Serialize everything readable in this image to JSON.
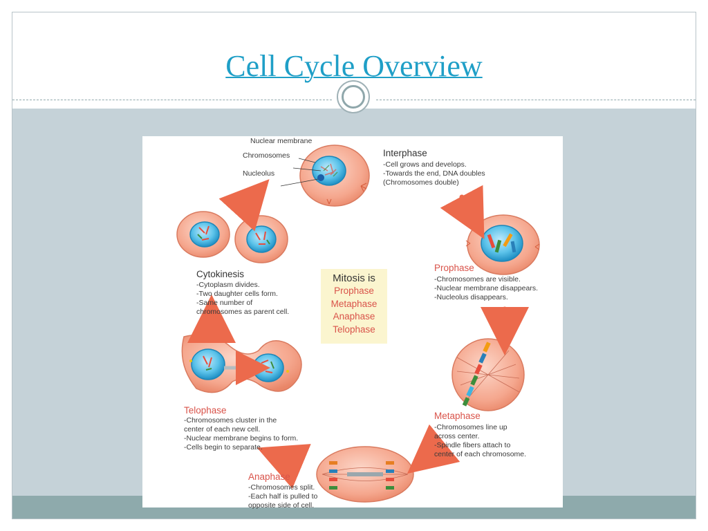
{
  "slide": {
    "title": "Cell Cycle Overview"
  },
  "diagram": {
    "callouts": {
      "nuclear_membrane": "Nuclear membrane",
      "chromosomes": "Chromosomes",
      "nucleolus": "Nucleolus"
    },
    "interphase": {
      "heading": "Interphase",
      "lines": [
        "-Cell grows and develops.",
        "-Towards the end, DNA doubles",
        "(Chromosomes double)"
      ]
    },
    "prophase": {
      "heading": "Prophase",
      "lines": [
        "-Chromosomes are visible.",
        "-Nuclear membrane disappears.",
        "-Nucleolus disappears."
      ]
    },
    "metaphase": {
      "heading": "Metaphase",
      "lines": [
        "-Chromosomes line up",
        "across center.",
        "-Spindle fibers attach to",
        "center of each chromosome."
      ]
    },
    "anaphase": {
      "heading": "Anaphase",
      "lines": [
        "-Chromosomes split.",
        "-Each half is pulled to",
        "opposite side of cell."
      ]
    },
    "telophase": {
      "heading": "Telophase",
      "lines": [
        "-Chromosomes cluster in the",
        "center of each new cell.",
        "-Nuclear membrane begins to form.",
        "-Cells begin to separate."
      ]
    },
    "cytokinesis": {
      "heading": "Cytokinesis",
      "lines": [
        "-Cytoplasm divides.",
        "-Two daughter cells form.",
        "-Same number of",
        "chromosomes as parent cell."
      ]
    },
    "mitosis_box": {
      "title": "Mitosis is",
      "phases": [
        "Prophase",
        "Metaphase",
        "Anaphase",
        "Telophase"
      ]
    }
  },
  "colors": {
    "title": "#1f9fc7",
    "body_background": "#c5d2d8",
    "bottom_bar": "#8eaaac",
    "phase_heading": "#d9534a",
    "cell": "#f5a78e",
    "nucleus": "#3fb4e0",
    "arrow": "#ec6a4c",
    "mitosis_box": "#fbf5cf"
  },
  "icons": {
    "divider_ring": "ring-icon",
    "cycle_arrows": "arrow-icon"
  }
}
